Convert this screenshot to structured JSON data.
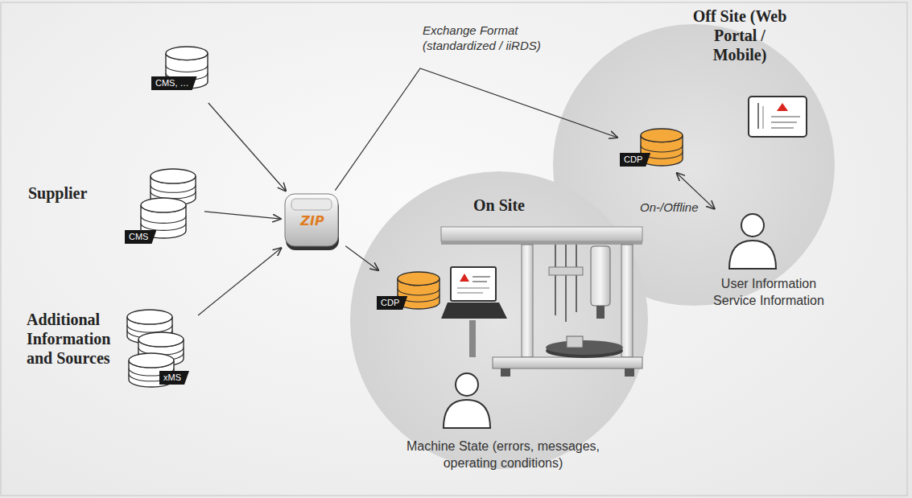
{
  "diagram": {
    "nodes": [
      {
        "text": [
          "CMS, …"
        ]
      },
      {
        "text": [
          "CMS"
        ]
      },
      {
        "text": [
          "xMS"
        ]
      },
      {
        "text": [
          "ZIP"
        ]
      },
      {
        "text": [
          "Off Site (Web Portal / Mobile)"
        ]
      },
      {
        "text": [
          "CDP"
        ],
        "in": 4
      },
      {
        "text": [
          "User Information Service Information"
        ],
        "in": 4
      },
      {
        "text": [
          "On Site"
        ]
      },
      {
        "text": [
          "CDP"
        ],
        "in": 7
      },
      {
        "text": [
          "Machine State (errors, messages, operating conditions)"
        ],
        "in": 7
      }
    ],
    "edges": [
      {
        "from": 0,
        "to": 3,
        "arrow": "to"
      },
      {
        "from": 1,
        "to": 3,
        "arrow": "to"
      },
      {
        "from": 2,
        "to": 3,
        "arrow": "to"
      },
      {
        "from": 3,
        "to": 5,
        "arrow": "to",
        "label": "Exchange Format (standardized / iiRDS)"
      },
      {
        "from": 3,
        "to": 8,
        "arrow": "to"
      },
      {
        "from": 5,
        "to": 6,
        "arrow": "both",
        "label": "On-/Offline"
      }
    ],
    "labels": [
      "Supplier",
      "Additional Information and Sources"
    ]
  }
}
